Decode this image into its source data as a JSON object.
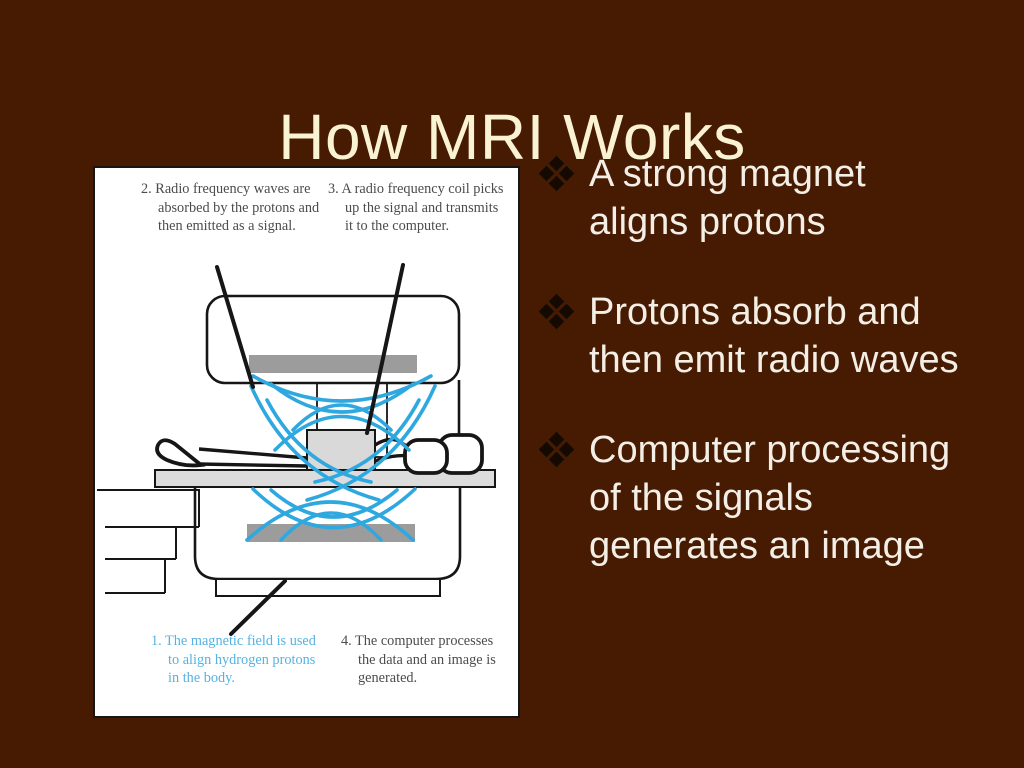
{
  "theme": {
    "bg": "#471A02",
    "title_color": "#FAF3D3",
    "text_color": "#F4EFE6",
    "bullet_color": "#150A01",
    "panel_bg": "#FFFFFF",
    "line_color": "#161616",
    "wave_color": "#2FA8E0",
    "magnet_gray": "#9C9C9C",
    "table_gray": "#DCDCDC",
    "label_gray": "#4C4C4A",
    "label_blue": "#55B3E2"
  },
  "slide": {
    "title": "How MRI Works",
    "bullet_icon": "four-diamond-bullet",
    "bullets": [
      "A strong magnet aligns protons",
      "Protons absorb and then emit radio waves",
      "Computer processing of the signals generates an image"
    ]
  },
  "diagram": {
    "label_step1": "1. The magnetic field is used to align hydrogen protons in the body.",
    "label_step2": "2. Radio frequency waves are absorbed by the protons and then emitted as a signal.",
    "label_step3": "3. A radio frequency coil picks up the signal and transmits it to the computer.",
    "label_step4": "4. The computer processes the data and an image is generated."
  }
}
